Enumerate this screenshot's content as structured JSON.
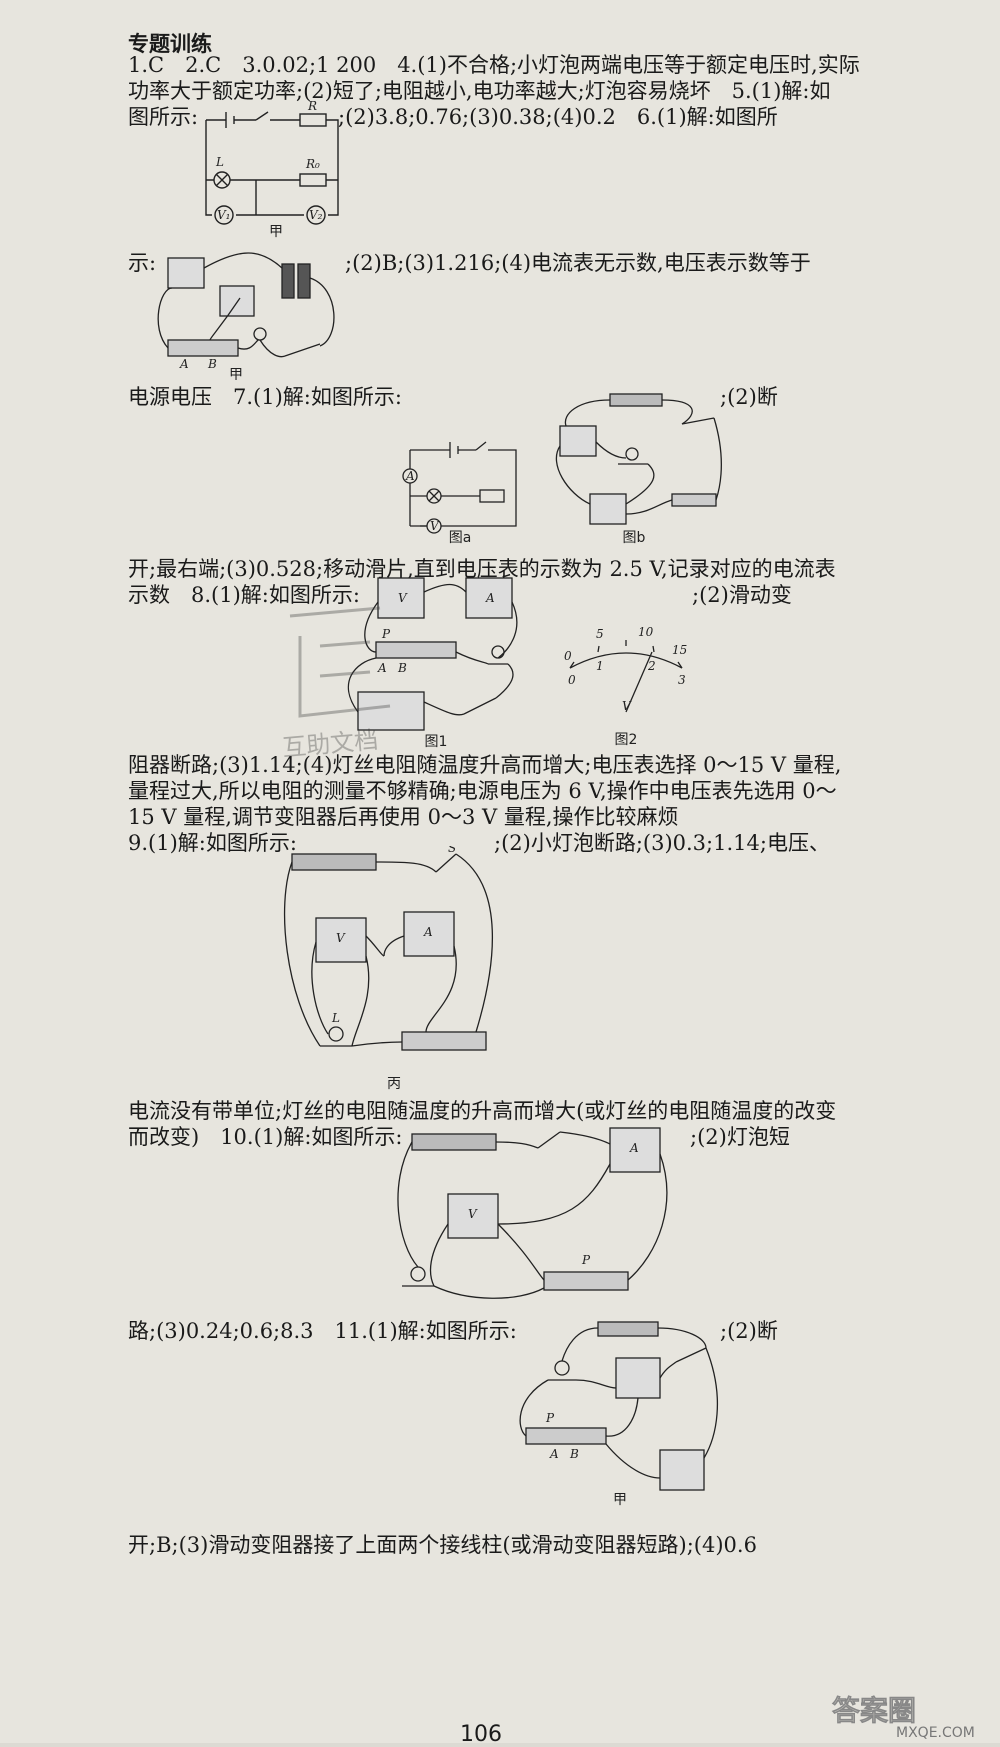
{
  "heading": "专题训练",
  "lines": [
    "1.C　2.C　3.0.02;1 200　4.(1)不合格;小灯泡两端电压等于额定电压时,实际",
    "功率大于额定功率;(2)短了;电阻越小,电功率越大;灯泡容易烧坏　5.(1)解:如",
    "图所示:",
    ";(2)3.8;0.76;(3)0.38;(4)0.2　6.(1)解:如图所",
    "示:",
    ";(2)B;(3)1.216;(4)电流表无示数,电压表示数等于",
    "电源电压　7.(1)解:如图所示:",
    ";(2)断",
    "开;最右端;(3)0.528;移动滑片,直到电压表的示数为 2.5 V,记录对应的电流表",
    "示数　8.(1)解:如图所示:",
    ";(2)滑动变",
    "阻器断路;(3)1.14;(4)灯丝电阻随温度升高而增大;电压表选择 0～15 V 量程,",
    "量程过大,所以电阻的测量不够精确;电源电压为 6 V,操作中电压表先选用 0～",
    "15 V 量程,调节变阻器后再使用 0～3 V 量程,操作比较麻烦",
    "9.(1)解:如图所示:",
    ";(2)小灯泡断路;(3)0.3;1.14;电压、",
    "电流没有带单位;灯丝的电阻随温度的升高而增大(或灯丝的电阻随温度的改变",
    "而改变)　10.(1)解:如图所示:",
    ";(2)灯泡短",
    "路;(3)0.24;0.6;8.3　11.(1)解:如图所示:",
    ";(2)断",
    "开;B;(3)滑动变阻器接了上面两个接线柱(或滑动变阻器短路);(4)0.6"
  ],
  "figures": {
    "fig5": {
      "caption": "甲",
      "labels": [
        "R",
        "L",
        "R₀",
        "V₁",
        "V₂"
      ]
    },
    "fig6": {
      "caption": "甲",
      "labels": [
        "A",
        "B"
      ]
    },
    "fig7a": {
      "caption": "图a",
      "labels": [
        "A",
        "V"
      ]
    },
    "fig7b": {
      "caption": "图b"
    },
    "fig8_1": {
      "caption": "图1",
      "labels": [
        "V",
        "A",
        "P",
        "A",
        "B"
      ]
    },
    "fig8_2": {
      "caption": "图2",
      "ticks_top": [
        "0",
        "5",
        "10",
        "15"
      ],
      "ticks_bottom": [
        "0",
        "1",
        "2",
        "3"
      ],
      "unit": "V"
    },
    "fig9": {
      "caption": "丙",
      "labels": [
        "S",
        "V",
        "A",
        "L"
      ]
    },
    "fig10": {
      "labels": [
        "A",
        "V",
        "P"
      ]
    },
    "fig11": {
      "caption": "甲",
      "labels": [
        "P",
        "A",
        "B"
      ]
    }
  },
  "watermark": "互助文档",
  "page_number": "106",
  "logo_text": "答案圈",
  "logo_url": "MXQE.COM"
}
